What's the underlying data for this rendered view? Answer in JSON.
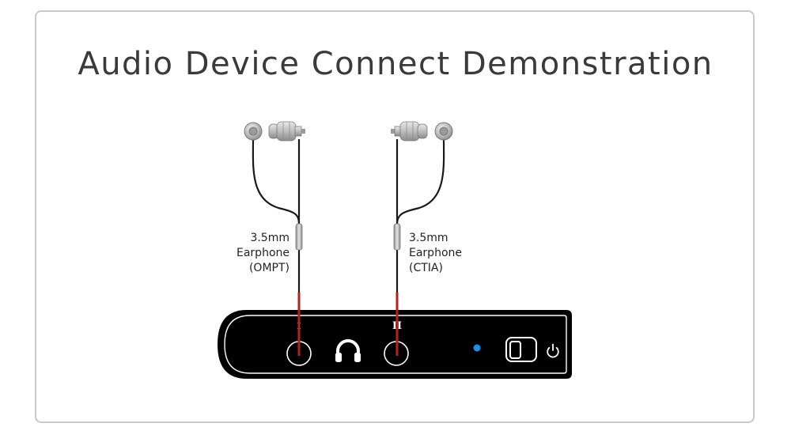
{
  "title": "Audio Device Connect Demonstration",
  "earphones": [
    {
      "lines": [
        "3.5mm",
        "Earphone",
        "(OMPT)"
      ]
    },
    {
      "lines": [
        "3.5mm",
        "Earphone",
        "(CTIA)"
      ]
    }
  ],
  "device": {
    "port_markers": [
      "I",
      "II"
    ]
  },
  "colors": {
    "device_body": "#000000",
    "indicator_led": "#1e90e8",
    "cable": "#1a1a1a",
    "plug_red": "#b8201e",
    "frame_border": "#c9c9c9",
    "title_text": "#3a3a3a"
  }
}
